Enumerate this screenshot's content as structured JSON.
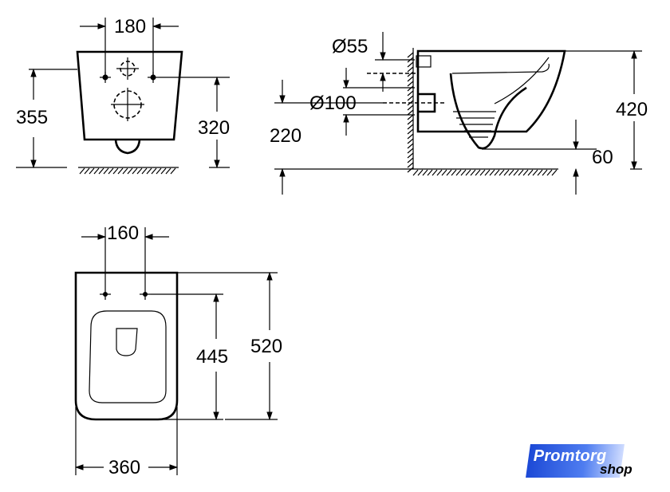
{
  "dimensions": {
    "front_top_spacing": "180",
    "front_total_height": "355",
    "front_hole_height": "320",
    "side_pipe_small": "Ø55",
    "side_pipe_large": "Ø100",
    "side_drain_height": "220",
    "side_total_height": "420",
    "side_water_level": "60",
    "top_hole_spacing": "160",
    "top_fixing_length": "445",
    "top_total_length": "520",
    "top_width": "360"
  },
  "logo": {
    "main": "Promtorg",
    "sub": "shop",
    "colors": {
      "gradient_start": "#1c49d6",
      "gradient_end": "#cfdcff"
    }
  }
}
